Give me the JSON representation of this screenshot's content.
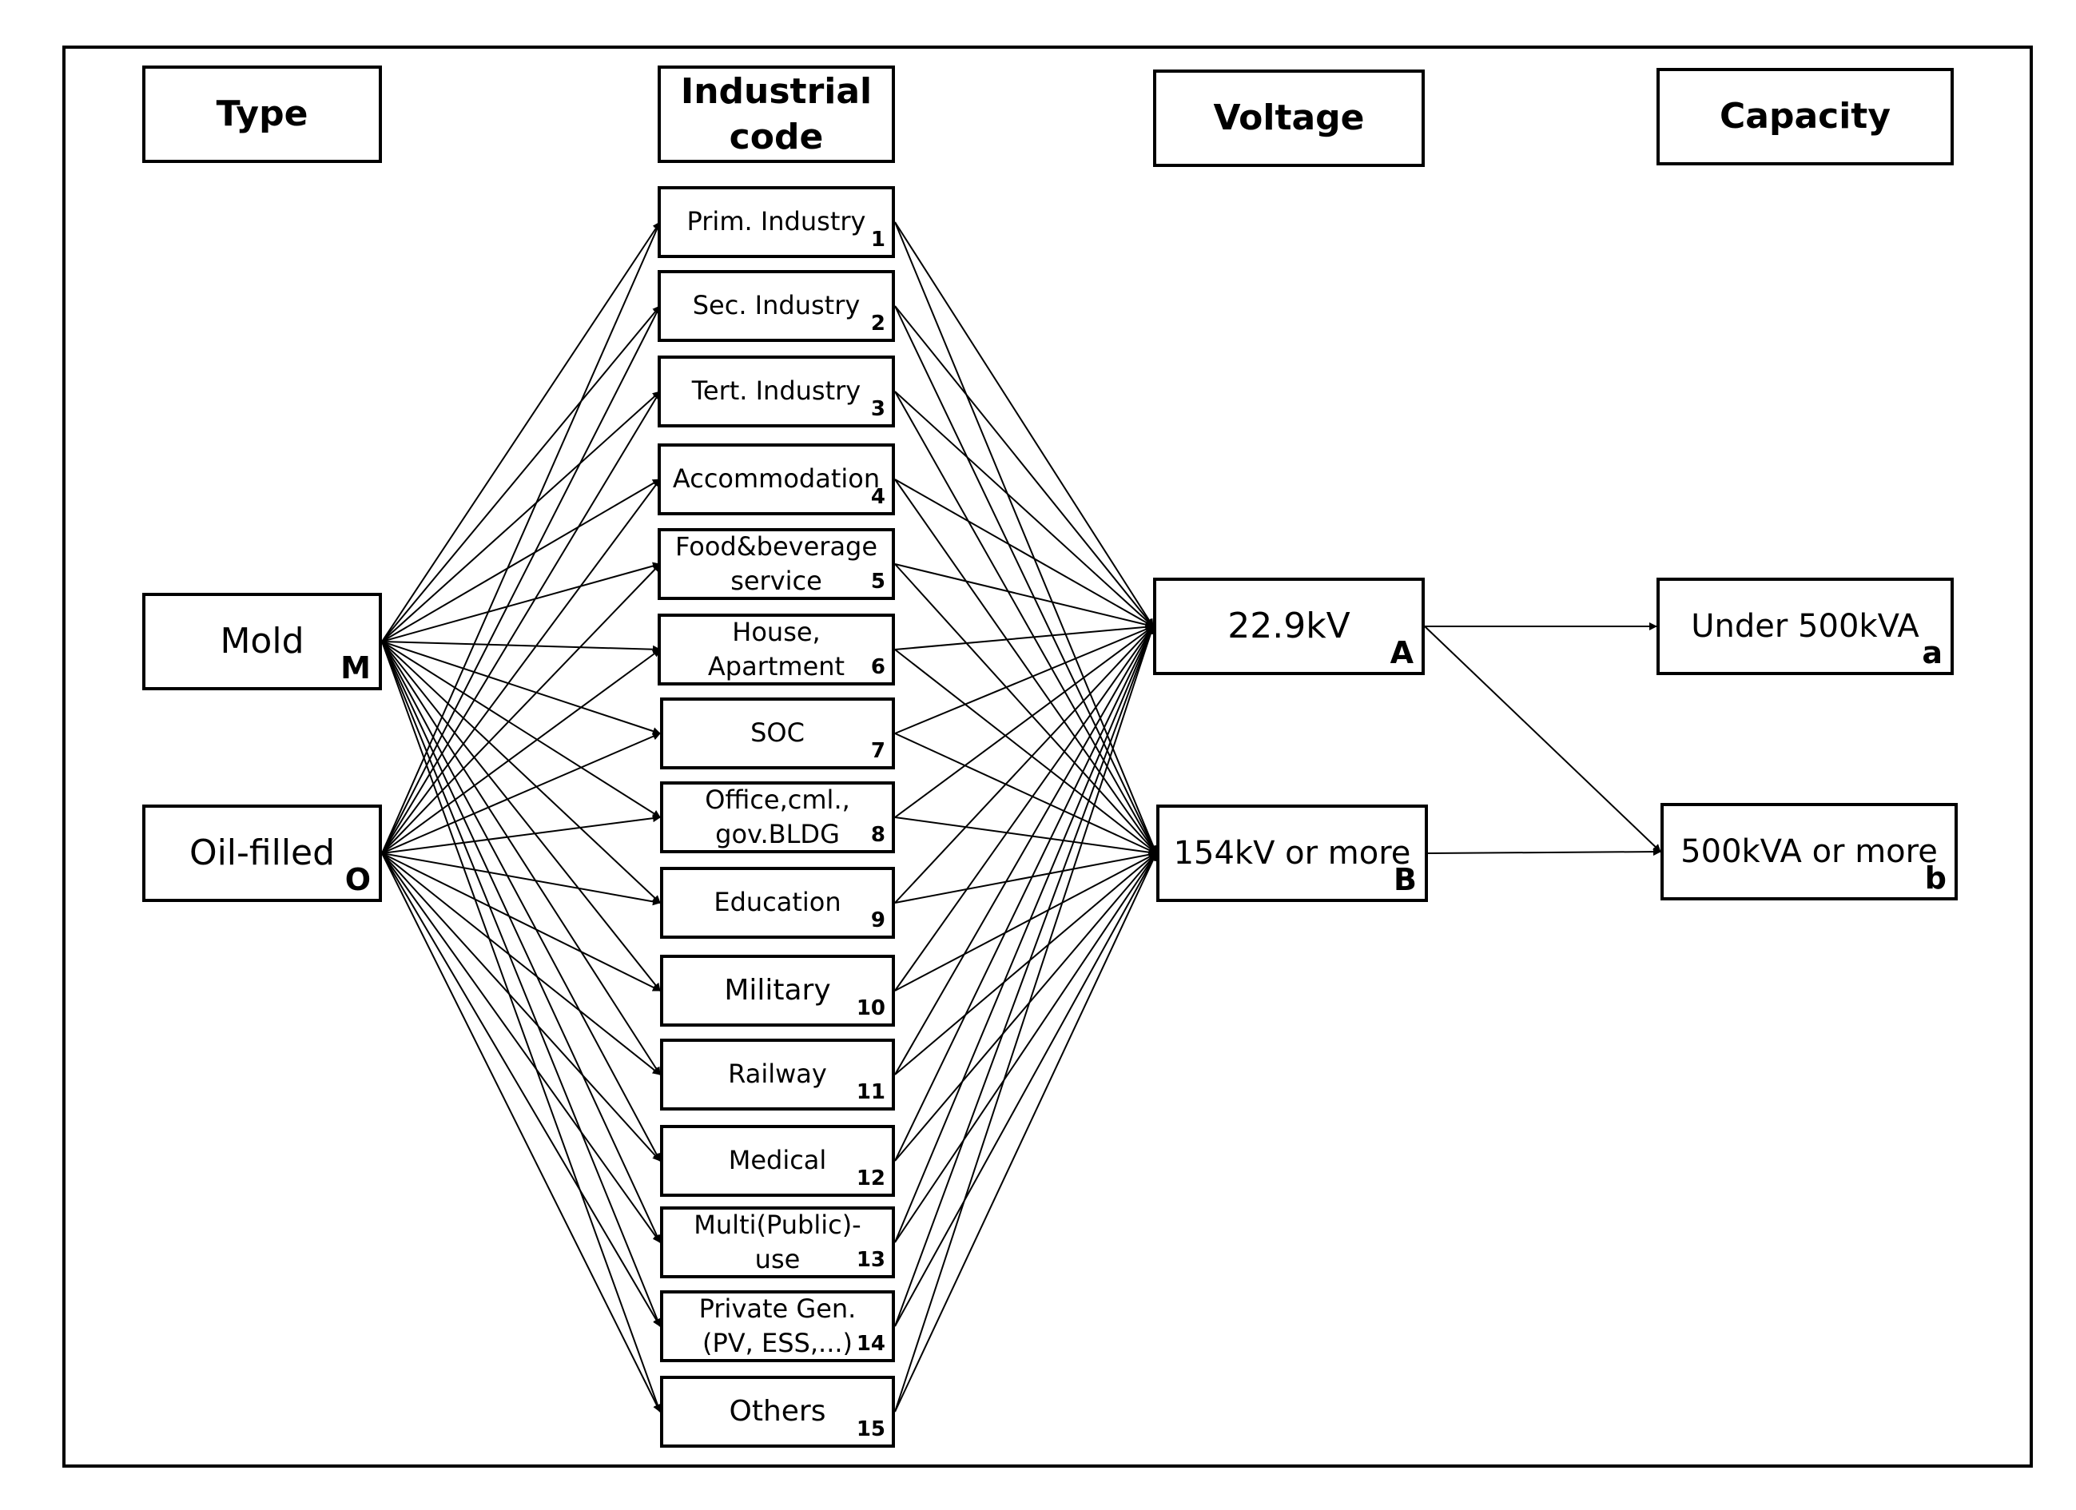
{
  "headers": {
    "type": "Type",
    "industrial_code": "Industrial code",
    "voltage": "Voltage",
    "capacity": "Capacity"
  },
  "types": [
    {
      "id": "M",
      "label": "Mold",
      "tag": "M"
    },
    {
      "id": "O",
      "label": "Oil-filled",
      "tag": "O"
    }
  ],
  "industrial_codes": [
    {
      "label": "Prim. Industry",
      "tag": "1"
    },
    {
      "label": "Sec. Industry",
      "tag": "2"
    },
    {
      "label": "Tert. Industry",
      "tag": "3"
    },
    {
      "label": "Accommodation",
      "tag": "4"
    },
    {
      "label": "Food&beverage service",
      "tag": "5"
    },
    {
      "label": "House, Apartment",
      "tag": "6"
    },
    {
      "label": "SOC",
      "tag": "7"
    },
    {
      "label": "Office,cml., gov.BLDG",
      "tag": "8"
    },
    {
      "label": "Education",
      "tag": "9"
    },
    {
      "label": "Military",
      "tag": "10"
    },
    {
      "label": "Railway",
      "tag": "11"
    },
    {
      "label": "Medical",
      "tag": "12"
    },
    {
      "label": "Multi(Public)-use",
      "tag": "13"
    },
    {
      "label": "Private Gen. (PV, ESS,...)",
      "tag": "14"
    },
    {
      "label": "Others",
      "tag": "15"
    }
  ],
  "voltages": [
    {
      "id": "A",
      "label": "22.9kV",
      "tag": "A"
    },
    {
      "id": "B",
      "label": "154kV or more",
      "tag": "B"
    }
  ],
  "capacities": [
    {
      "id": "a",
      "label": "Under 500kVA",
      "tag": "a"
    },
    {
      "id": "b",
      "label": "500kVA or more",
      "tag": "b"
    }
  ],
  "capacity_links": [
    [
      "A",
      "a"
    ],
    [
      "A",
      "b"
    ],
    [
      "B",
      "b"
    ]
  ]
}
